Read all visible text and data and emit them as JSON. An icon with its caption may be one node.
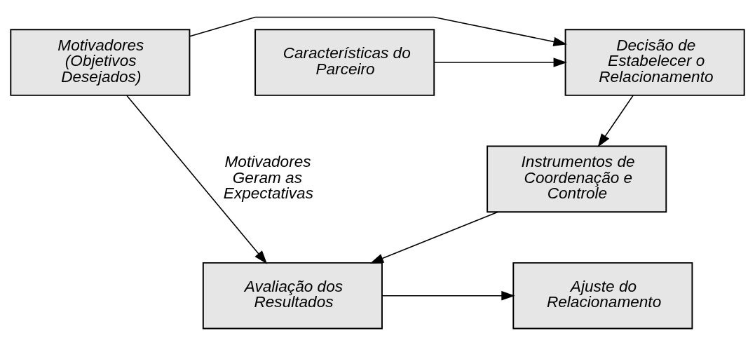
{
  "diagram": {
    "nodes": [
      {
        "text": [
          "Motivadores (Objetivos Desejados)"
        ]
      },
      {
        "text": [
          "Decisão de Estabelecer o Relacionamento"
        ]
      },
      {
        "text": [
          "Características do Parceiro"
        ]
      },
      {
        "text": [
          "Instrumentos de Coordenação e Controle"
        ]
      },
      {
        "text": [
          "Avaliação dos Resultados"
        ]
      },
      {
        "text": [
          "Ajuste do Relacionamento"
        ]
      }
    ],
    "edges": [
      {
        "from": 0,
        "to": 1,
        "arrow": "to"
      },
      {
        "from": 2,
        "to": 1,
        "arrow": "to"
      },
      {
        "from": 1,
        "to": 3,
        "arrow": "to"
      },
      {
        "from": 3,
        "to": 4,
        "arrow": "to"
      },
      {
        "from": 0,
        "to": 4,
        "arrow": "to",
        "label": "Motivadores Geram as Expectativas"
      },
      {
        "from": 4,
        "to": 5,
        "arrow": "to"
      }
    ]
  }
}
